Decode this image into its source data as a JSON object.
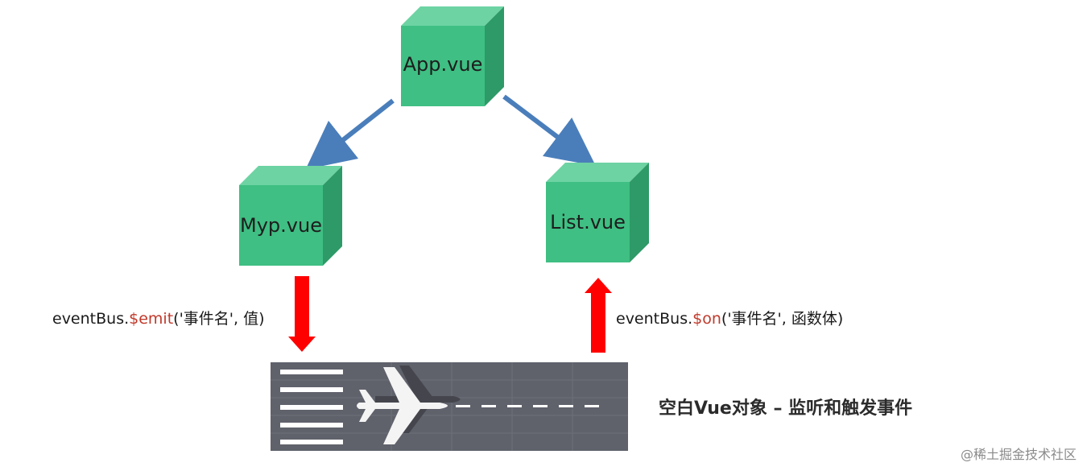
{
  "nodes": {
    "app": {
      "label": "App.vue"
    },
    "myp": {
      "label": "Myp.vue"
    },
    "list": {
      "label": "List.vue"
    }
  },
  "emit_label": {
    "prefix": "eventBus.",
    "method": "$emit",
    "args": "('事件名', 值)"
  },
  "on_label": {
    "prefix": "eventBus.",
    "method": "$on",
    "args": "('事件名', 函数体)"
  },
  "caption": "空白Vue对象 – 监听和触发事件",
  "watermark": "@稀土掘金技术社区",
  "colors": {
    "cube_front": "#3fbf83",
    "cube_top": "#6dd3a3",
    "cube_side": "#2e9a67",
    "tree_arrow": "#4a7ebb",
    "event_arrow": "#ff0000",
    "method_text": "#c0392b",
    "runway": "#5f616b",
    "runway_marking": "#ffffff"
  }
}
